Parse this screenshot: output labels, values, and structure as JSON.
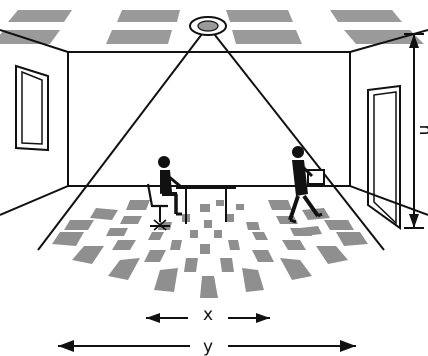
{
  "labels": {
    "x": "x",
    "y": "y",
    "h": "h"
  }
}
